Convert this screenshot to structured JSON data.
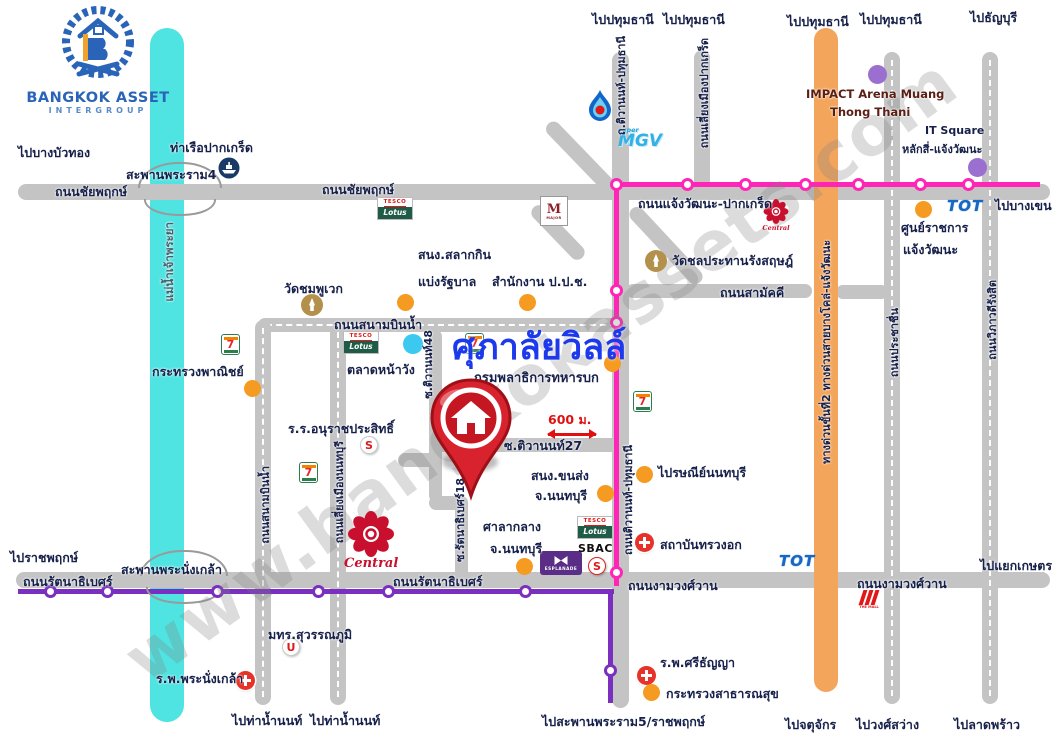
{
  "watermark": "www.bangkokassets.com",
  "logo": {
    "name": "BANGKOK ASSET",
    "subtitle": "INTERGROUP"
  },
  "project": {
    "name": "ศุภาลัยวิลล์",
    "landmark": "กรมพลาธิการทหารบก",
    "distance_label": "600 ม."
  },
  "river": {
    "name": "แม่น้ำเจ้าพระยา"
  },
  "colors": {
    "river": "#4fe3e1",
    "road": "#c4c4c4",
    "expressway": "#f4a55c",
    "mrt_pink": "#ff25b6",
    "mrt_purple": "#7a2fc0",
    "poi_orange": "#f59b22",
    "poi_purple": "#9b6fd0",
    "poi_gold": "#b3914a",
    "poi_cyan": "#3cc9ef",
    "title_blue": "#1c39ec"
  },
  "destinations": {
    "pathumthani": "ไปปทุมธานี",
    "thanyaburi": "ไปธัญบุรี",
    "bangbuathong": "ไปบางบัวทอง",
    "bangkhen": "ไปบางเขน",
    "ratchaphruek": "ไปราชพฤกษ์",
    "kaset": "ไปแยกเกษตร",
    "thanamnon": "ไปท่าน้ำนนท์",
    "rama5": "ไปสะพานพระราม5/ราชพฤกษ์",
    "chatuchak": "ไปจตุจักร",
    "wongsawang": "ไปวงศ์สว่าง",
    "latphrao": "ไปลาดพร้าว"
  },
  "roads": {
    "chaiyaphruek": "ถนนชัยพฤกษ์",
    "chaengwattana": "ถนนแจ้งวัฒนะ-ปากเกร็ด",
    "tiwanon_abbr": "ถ.ติวานนท์-ปทุมธานี",
    "tiwanon": "ถนนติวานนท์-ปทุมธานี",
    "liang_pakkret": "ถนนเลี่ยงเมืองปากเกร็ด",
    "samakkhi": "ถนนสามัคคี",
    "sanambinnam": "ถนนสนามบินน้ำ",
    "liang_nonthaburi": "ถนนเลี่ยงเมืองนนทบุรี",
    "soi_tiwanon48": "ซ.ติวานนท์48",
    "soi_tiwanon27": "ซ.ติวานนท์27",
    "soi_rattanathibet18": "ซ.รัตนาธิเบศร์18",
    "rattanathibet": "ถนนรัตนาธิเบศร์",
    "ngamwongwan": "ถนนงามวงศ์วาน",
    "prachachuen": "ถนนประชาชื่น",
    "viphavadi": "ถนนวิภาวดีรังสิต",
    "expressway": "ทางด่วนขั้นที่2 ทางด่วนสายบางโคล่-แจ้งวัฒนะ",
    "rama4_bridge": "สะพานพระราม4",
    "phranangklao_bridge": "สะพานพระนั่งเกล้า"
  },
  "places": {
    "pakkret_pier": "ท่าเรือปากเกร็ด",
    "impact_line1": "IMPACT Arena Muang",
    "impact_line2": "Thong Thani",
    "it_square": "IT Square",
    "laksi": "หลักสี่-แจ้งวัฒนะ",
    "gov_center_line1": "ศูนย์ราชการ",
    "gov_center_line2": "แจ้งวัฒนะ",
    "wat_cholpratan": "วัดชลประทานรังสฤษฎ์",
    "wat_chomphuwek": "วัดชมพูเวก",
    "lottery_line1": "สนง.สลากกิน",
    "lottery_line2": "แบ่งรัฐบาล",
    "nacc": "สำนักงาน ป.ป.ช.",
    "commerce": "กระทรวงพาณิชย์",
    "talat_nawang": "ตลาดหน้าวัง",
    "anurat_school": "ร.ร.อนุราชประสิทธิ์",
    "transport_office": "สนง.ขนส่ง",
    "province": "จ.นนทบุรี",
    "cityhall": "ศาลากลาง",
    "post_office": "ไปรษณีย์นนทบุรี",
    "chest_institute": "สถาบันทรวงอก",
    "rmut": "มทร.สุวรรณภูมิ",
    "phranangklao_hospital": "ร.พ.พระนั่งเกล้า",
    "srithanya_hospital": "ร.พ.ศรีธัญญา",
    "health_ministry": "กระทรวงสาธารณสุข"
  },
  "brands": {
    "tesco": "TESCO",
    "lotus": "Lotus",
    "central": "Central",
    "major": "MAJOR",
    "seven": "7",
    "tot": "TOT",
    "esplanade": "ESPLANADE",
    "sbac": "SBAC",
    "s": "S",
    "u": "U",
    "mgv": "MGV",
    "mgv_super": "super",
    "the_mall": "THE MALL"
  }
}
